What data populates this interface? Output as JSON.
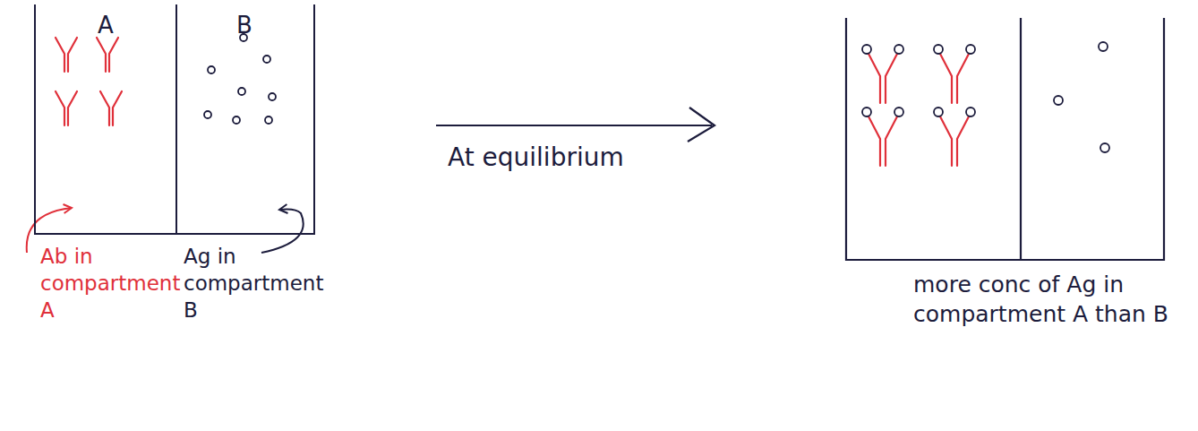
{
  "diagram": {
    "nodes": [
      {
        "text": [
          "A"
        ]
      },
      {
        "text": [
          "B"
        ]
      }
    ],
    "labels": [
      "Ab in compartment A",
      "Ag in compartment B",
      "At equilibrium",
      "more conc of Ag in compartment A than B"
    ]
  }
}
